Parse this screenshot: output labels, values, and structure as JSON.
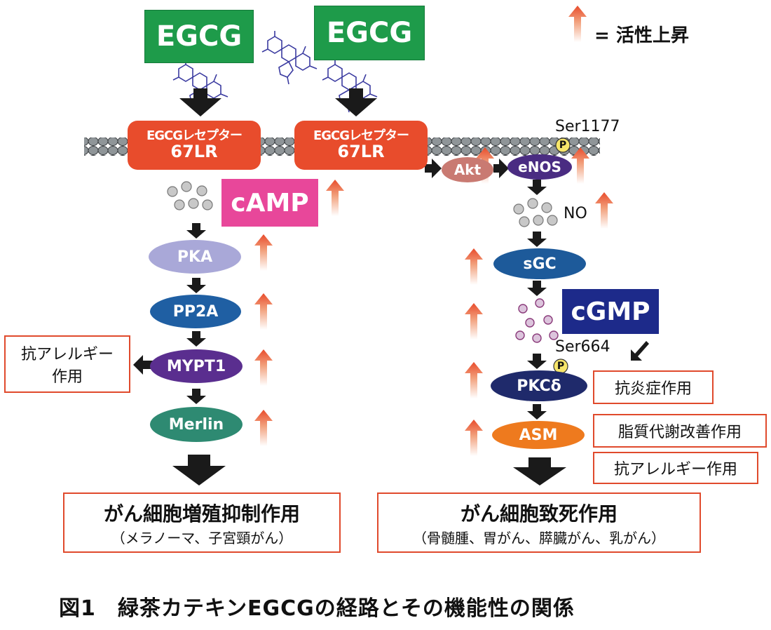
{
  "egcg": {
    "left": "EGCG",
    "right": "EGCG"
  },
  "legend": {
    "text": "= 活性上昇"
  },
  "receptor": {
    "line1": "EGCGレセプター",
    "line2": "67LR"
  },
  "ser1177": "Ser1177",
  "phospho": "P",
  "akt": "Akt",
  "enos": "eNOS",
  "no": "NO",
  "camp": "cAMP",
  "pka": "PKA",
  "pp2a": "PP2A",
  "mypt1": "MYPT1",
  "merlin": "Merlin",
  "sgc": "sGC",
  "cgmp": "cGMP",
  "ser664": "Ser664",
  "pkcd": "PKCδ",
  "asm": "ASM",
  "effects": {
    "antiallergy_left": {
      "line1": "抗アレルギー",
      "line2": "作用"
    },
    "antiinflammatory": "抗炎症作用",
    "lipid": "脂質代謝改善作用",
    "antiallergy_right": "抗アレルギー作用"
  },
  "outcome_left": {
    "title": "がん細胞増殖抑制作用",
    "detail": "（メラノーマ、子宮頸がん）"
  },
  "outcome_right": {
    "title": "がん細胞致死作用",
    "detail": "（骨髄腫、胃がん、膵臓がん、乳がん）"
  },
  "figure_title": "図1　緑茶カテキンEGCGの経路とその機能性の関係",
  "colors": {
    "egcg_green": "#1e9b4a",
    "receptor_red": "#e84c2c",
    "camp_pink": "#e8479a",
    "cgmp_navy": "#1d2a8a",
    "pka_lavender": "#a9a8d8",
    "pp2a_blue": "#1f5fa3",
    "mypt1_purple": "#5a2e8f",
    "merlin_teal": "#2e8a72",
    "sgc_blue": "#1d5a9a",
    "pkcd_navy": "#1f2a6b",
    "asm_orange": "#ee7a1e",
    "akt_rose": "#c97a72",
    "enos_purple": "#4a2c82",
    "arrow_red": "#e84c2c"
  }
}
